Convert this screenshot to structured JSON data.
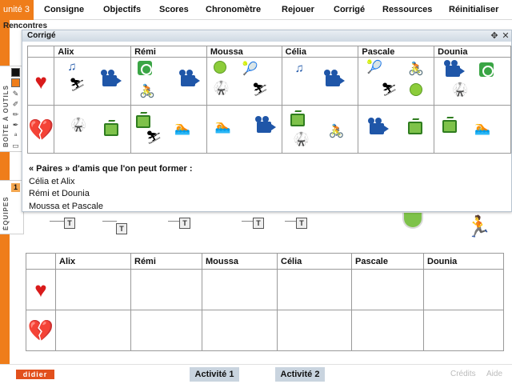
{
  "nav": {
    "unit": "unité 3",
    "items": [
      "Consigne",
      "Objectifs",
      "Scores",
      "Chronomètre",
      "Rejouer",
      "Corrigé",
      "Ressources",
      "Réinitialiser"
    ]
  },
  "section_title": "Rencontres",
  "sidebar": {
    "toolbox_label": "BOÎTE À OUTILS",
    "teams_label": "ÉQUIPES",
    "teams_badge": "1"
  },
  "panel": {
    "title": "Corrigé",
    "move_icon": "✥",
    "close_icon": "✕",
    "names": [
      "Alix",
      "Rémi",
      "Moussa",
      "Célia",
      "Pascale",
      "Dounia"
    ],
    "like_icon": "heart-icon",
    "dislike_icon": "broken-heart-icon",
    "answer_heading": "« Paires » d'amis que l'on peut former :",
    "pairs": [
      "Célia et Alix",
      "Rémi et Dounia",
      "Moussa et Pascale"
    ]
  },
  "bg_cards": [
    "T",
    "T",
    "T",
    "T",
    "T"
  ],
  "table2": {
    "names": [
      "Alix",
      "Rémi",
      "Moussa",
      "Célia",
      "Pascale",
      "Dounia"
    ]
  },
  "footer": {
    "logo": "didier",
    "activity1": "Activité 1",
    "activity2": "Activité 2",
    "credits": "Crédits",
    "help": "Aide"
  },
  "colors": {
    "accent": "#ef7d1a",
    "heart": "#d91b1b",
    "button": "#c9d4df"
  }
}
